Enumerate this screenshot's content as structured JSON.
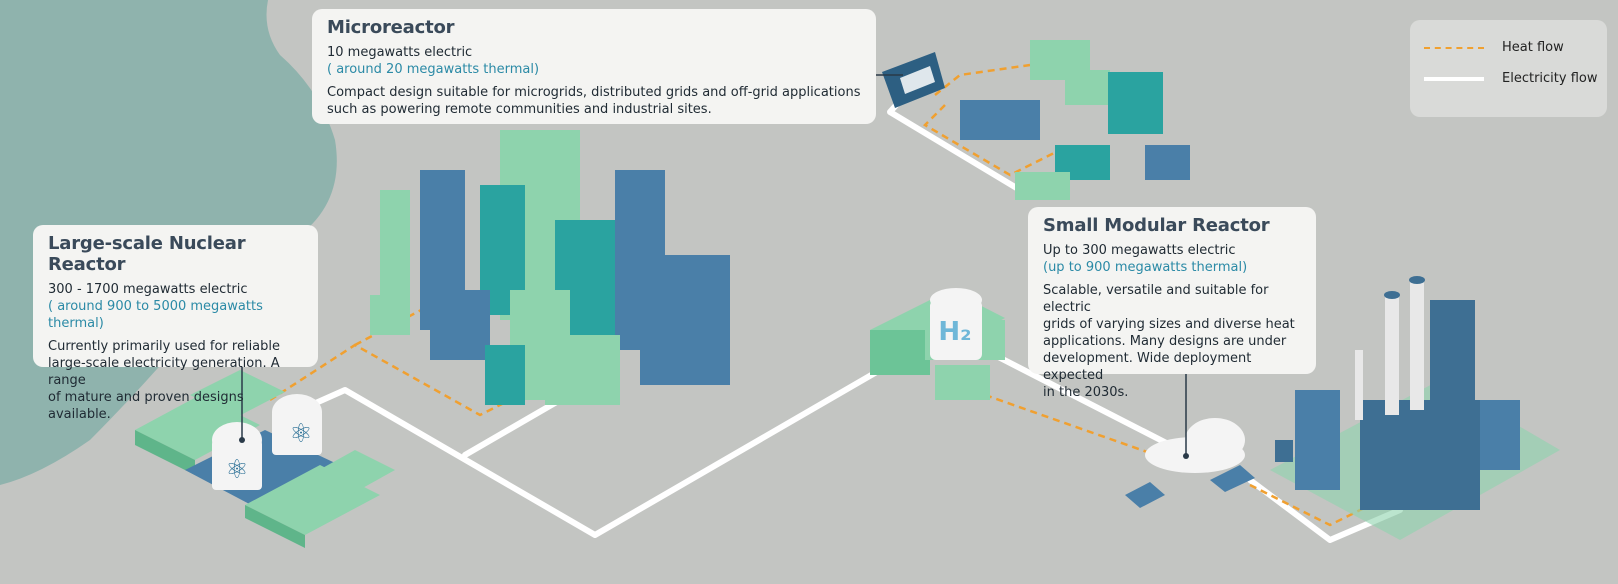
{
  "legend": {
    "heat_label": "Heat flow",
    "electricity_label": "Electricity flow",
    "heat_color": "#f0a030",
    "electricity_color": "#ffffff"
  },
  "microreactor": {
    "title": "Microreactor",
    "electric": "10 megawatts electric",
    "thermal": "( around 20 megawatts thermal)",
    "description_1": "Compact design suitable for microgrids, distributed grids and off-grid applications",
    "description_2": "such as powering remote communities and industrial sites."
  },
  "large_reactor": {
    "title": "Large-scale Nuclear Reactor",
    "electric": "300 - 1700 megawatts electric",
    "thermal": "( around 900 to 5000 megawatts thermal)",
    "description_1": "Currently primarily used for reliable",
    "description_2": "large-scale electricity generation. A range",
    "description_3": "of mature and proven designs available."
  },
  "smr": {
    "title": "Small Modular Reactor",
    "electric": "Up to 300 megawatts electric",
    "thermal": "(up to 900 megawatts thermal)",
    "description_1": "Scalable, versatile and suitable for electric",
    "description_2": "grids of varying sizes and diverse heat",
    "description_3": "applications. Many designs are under",
    "description_4": "development. Wide deployment expected",
    "description_5": "in the 2030s."
  },
  "hydrogen_label": "H₂",
  "colors": {
    "background": "#c3c5c2",
    "water": "#8fb3ad",
    "mint": "#8ed3ad",
    "teal": "#2aa3a0",
    "steel_blue": "#3e6f93",
    "light_blue": "#7fb6d8",
    "accent_text": "#2b8aa6"
  }
}
